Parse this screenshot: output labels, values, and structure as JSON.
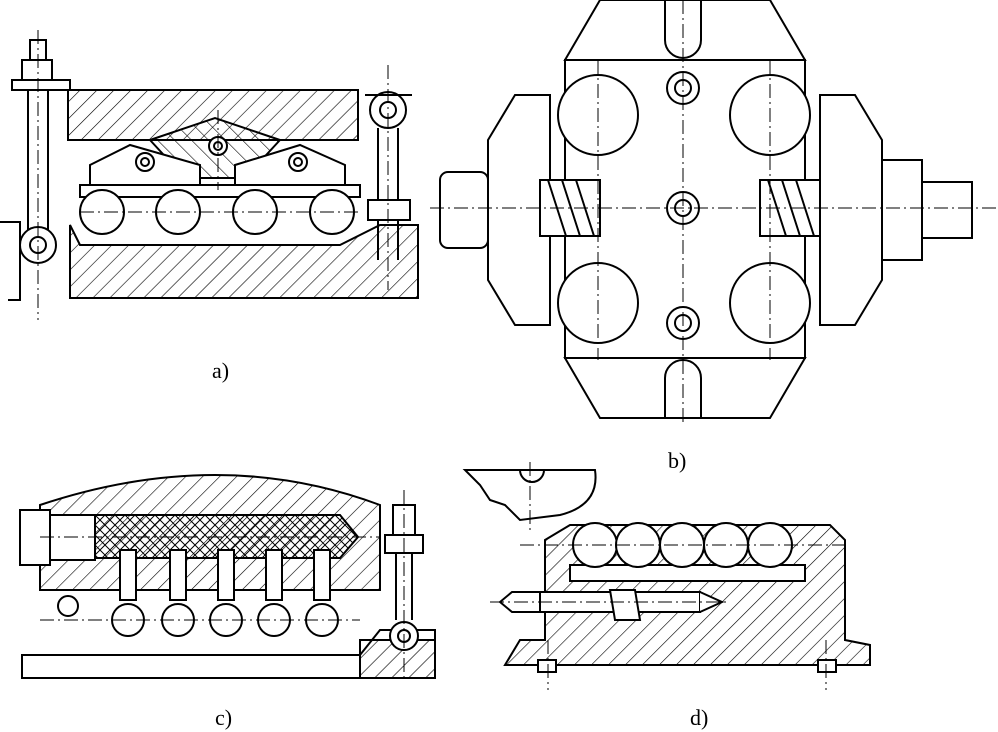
{
  "figures": [
    {
      "id": "a",
      "caption": "a)"
    },
    {
      "id": "b",
      "caption": "b)"
    },
    {
      "id": "c",
      "caption": "c)"
    },
    {
      "id": "d",
      "caption": "d)"
    }
  ],
  "colors": {
    "ink": "#000000",
    "paper": "#ffffff"
  }
}
